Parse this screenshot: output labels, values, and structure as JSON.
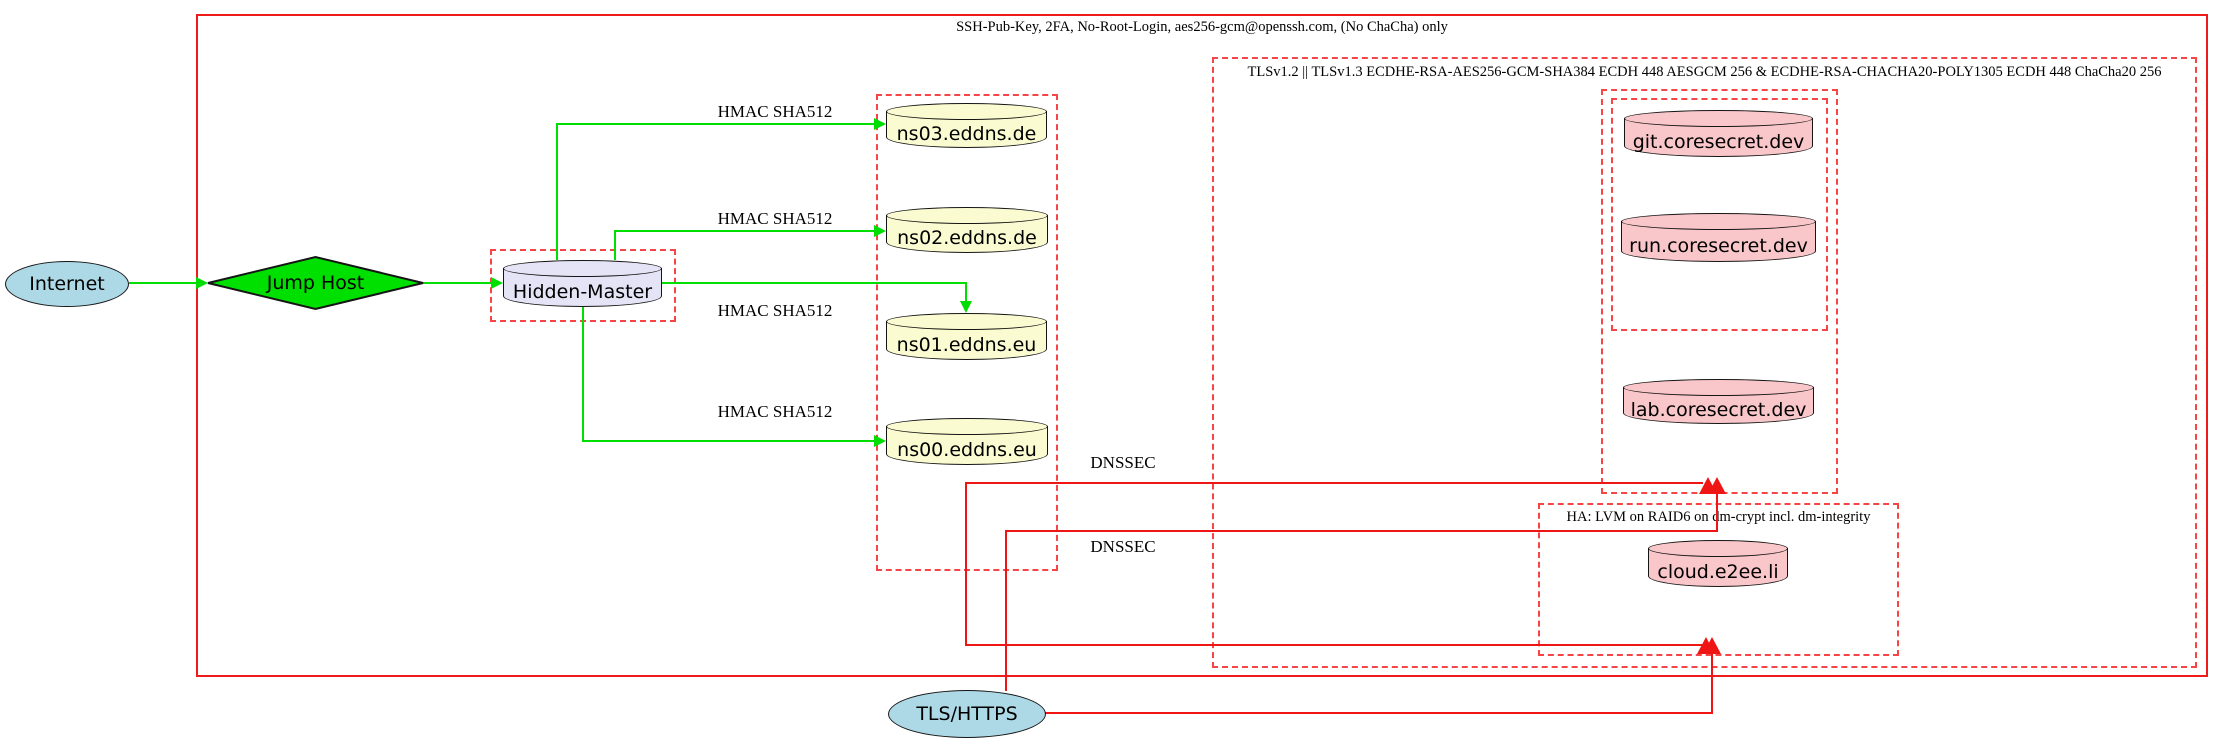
{
  "diagram_type": "graphviz-network-security-diagram",
  "clusters": {
    "outer": {
      "label": "SSH-Pub-Key, 2FA, No-Root-Login, aes256-gcm@openssh.com, (No ChaCha) only",
      "style": "solid-red"
    },
    "tls": {
      "label": "TLSv1.2 || TLSv1.3 ECDHE-RSA-AES256-GCM-SHA384 ECDH 448 AESGCM 256 & ECDHE-RSA-CHACHA20-POLY1305 ECDH 448 ChaCha20 256",
      "style": "dashed-red"
    },
    "ha": {
      "label": "HA: LVM on RAID6 on dm-crypt incl. dm-integrity",
      "style": "dashed-red"
    },
    "dns": {
      "label": "",
      "style": "dashed-red"
    },
    "web": {
      "label": "",
      "style": "dashed-red"
    },
    "web_inner": {
      "label": "",
      "style": "dashed-red"
    },
    "hidden_master_box": {
      "label": "",
      "style": "dashed-red"
    }
  },
  "nodes": {
    "internet": {
      "label": "Internet",
      "shape": "ellipse",
      "fill": "#add8e6"
    },
    "jump_host": {
      "label": "Jump Host",
      "shape": "diamond",
      "fill": "#00e000"
    },
    "hidden_master": {
      "label": "Hidden-Master",
      "shape": "cylinder",
      "fill": "#e4e4f6"
    },
    "ns03": {
      "label": "ns03.eddns.de",
      "shape": "cylinder",
      "fill": "#fbfbd2"
    },
    "ns02": {
      "label": "ns02.eddns.de",
      "shape": "cylinder",
      "fill": "#fbfbd2"
    },
    "ns01": {
      "label": "ns01.eddns.eu",
      "shape": "cylinder",
      "fill": "#fbfbd2"
    },
    "ns00": {
      "label": "ns00.eddns.eu",
      "shape": "cylinder",
      "fill": "#fbfbd2"
    },
    "git": {
      "label": "git.coresecret.dev",
      "shape": "cylinder",
      "fill": "#f9c6c9"
    },
    "run": {
      "label": "run.coresecret.dev",
      "shape": "cylinder",
      "fill": "#f9c6c9"
    },
    "lab": {
      "label": "lab.coresecret.dev",
      "shape": "cylinder",
      "fill": "#f9c6c9"
    },
    "cloud": {
      "label": "cloud.e2ee.li",
      "shape": "cylinder",
      "fill": "#f9c6c9"
    },
    "tls_https": {
      "label": "TLS/HTTPS",
      "shape": "ellipse",
      "fill": "#add8e6"
    }
  },
  "edges": [
    {
      "from": "internet",
      "to": "jump_host",
      "label": "",
      "color": "green"
    },
    {
      "from": "jump_host",
      "to": "hidden_master",
      "label": "",
      "color": "green"
    },
    {
      "from": "hidden_master",
      "to": "ns03",
      "label": "HMAC SHA512",
      "color": "green"
    },
    {
      "from": "hidden_master",
      "to": "ns02",
      "label": "HMAC SHA512",
      "color": "green"
    },
    {
      "from": "hidden_master",
      "to": "ns01",
      "label": "HMAC SHA512",
      "color": "green"
    },
    {
      "from": "hidden_master",
      "to": "ns00",
      "label": "HMAC SHA512",
      "color": "green"
    },
    {
      "from": "dns-cluster",
      "to": "web-cluster",
      "label": "DNSSEC",
      "color": "red"
    },
    {
      "from": "dns-cluster",
      "to": "ha-cluster",
      "label": "DNSSEC",
      "color": "red"
    },
    {
      "from": "tls_https",
      "to": "web-cluster",
      "label": "",
      "color": "red"
    },
    {
      "from": "tls_https",
      "to": "ha-cluster",
      "label": "",
      "color": "red"
    }
  ],
  "colors": {
    "edge_green": "#00dd00",
    "edge_red": "#f01515",
    "box_red_dashed": "#f74444",
    "box_red_solid": "#ef1a1a",
    "node_blue": "#add8e6",
    "node_yellow": "#fbfbd2",
    "node_pink": "#f9c6c9",
    "node_lavender": "#e4e4f6",
    "node_green": "#00e000"
  }
}
